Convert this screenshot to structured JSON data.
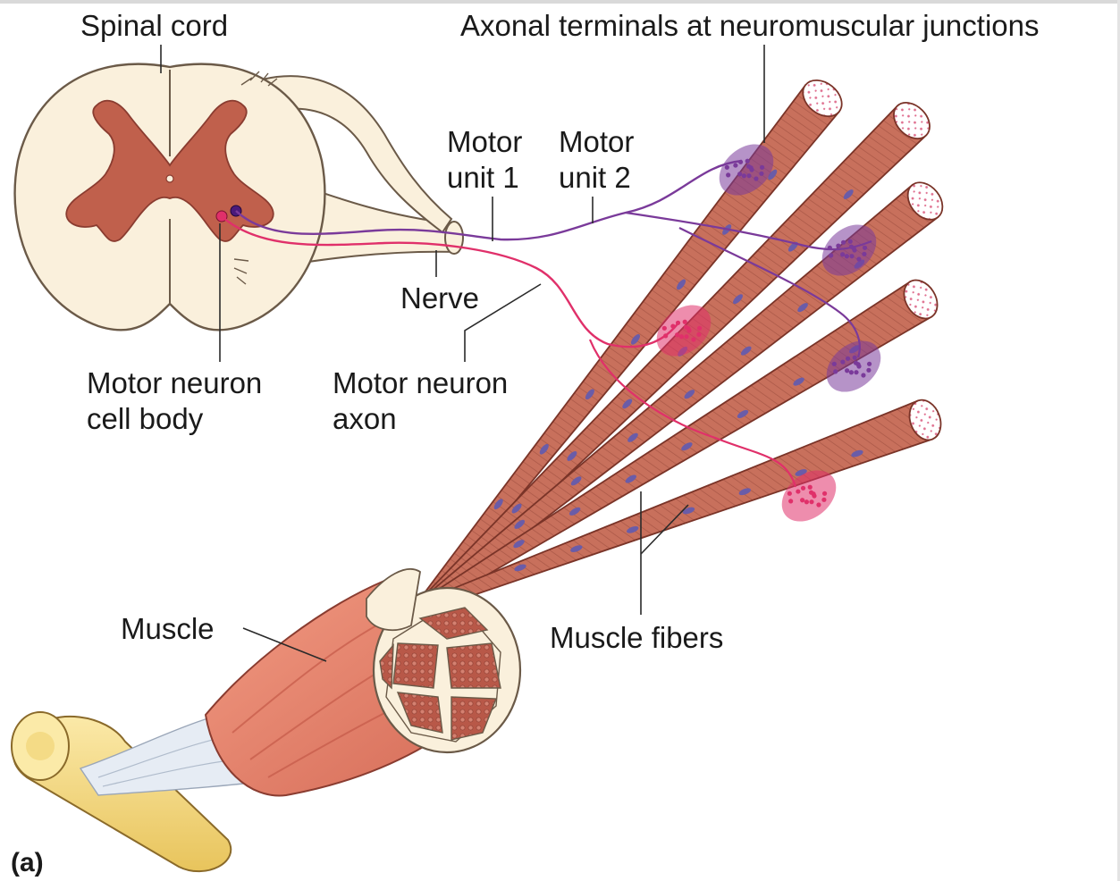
{
  "labels": {
    "spinal_cord": "Spinal cord",
    "axonal_terminals": "Axonal terminals at neuromuscular junctions",
    "motor_unit_1_line1": "Motor",
    "motor_unit_1_line2": "unit 1",
    "motor_unit_2_line1": "Motor",
    "motor_unit_2_line2": "unit 2",
    "nerve": "Nerve",
    "motor_neuron_cell_body_line1": "Motor neuron",
    "motor_neuron_cell_body_line2": "cell body",
    "motor_neuron_axon_line1": "Motor neuron",
    "motor_neuron_axon_line2": "axon",
    "muscle": "Muscle",
    "muscle_fibers": "Muscle fibers",
    "panel_letter": "(a)"
  },
  "colors": {
    "spinal_white_matter": "#faf0dc",
    "gray_matter": "#c0604c",
    "muscle_fiber": "#c8705c",
    "muscle_belly": "#e88a74",
    "fiber_nucleus": "#6a5ca8",
    "motor_unit_1": "#e0306a",
    "motor_unit_2": "#7a3a9a",
    "tendon_bone": "#f4dc8c",
    "label_text": "#1a1a1a"
  }
}
